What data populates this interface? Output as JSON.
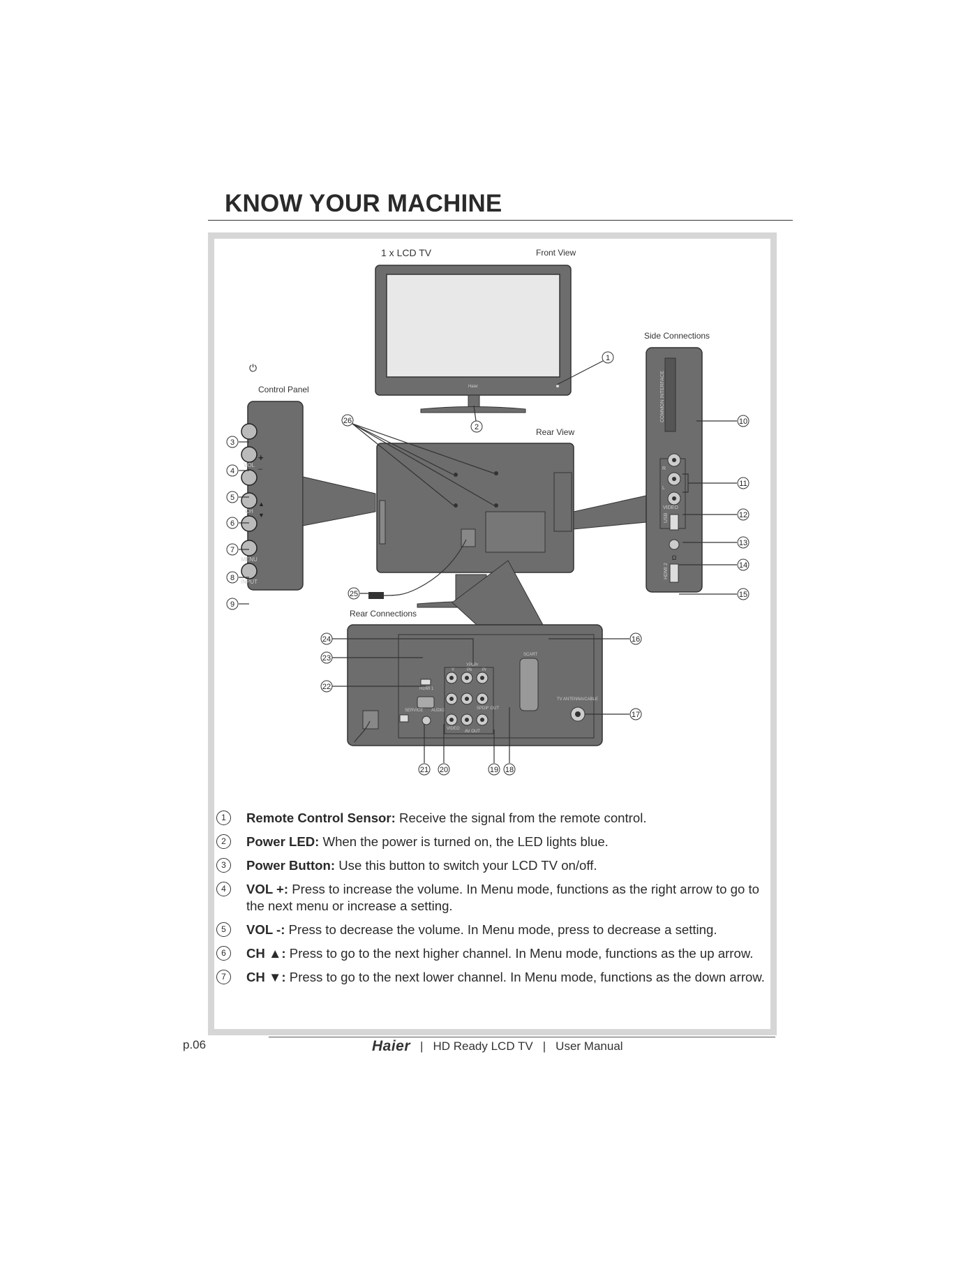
{
  "page": {
    "title": "KNOW YOUR MACHINE",
    "page_number": "p.06"
  },
  "diagram": {
    "lcd_label": "1 x LCD TV",
    "front_view": "Front View",
    "rear_view": "Rear View",
    "control_panel": "Control Panel",
    "side_connections": "Side Connections",
    "rear_connections": "Rear Connections",
    "bezel_logo": "Haier",
    "panel_labels": {
      "vol": "VOL",
      "plus": "+",
      "minus": "–",
      "ch": "CH",
      "menu": "MENU",
      "input": "INPUT"
    },
    "side_labels": {
      "common_interface": "COMMON INTERFACE",
      "r": "R",
      "l": "L",
      "video": "VIDEO",
      "usb": "USB",
      "hdmi2": "HDMI 2"
    },
    "rear_labels": {
      "scart": "SCART",
      "hdmi1": "HDMI 1",
      "ypbpr": "YPbPr",
      "y": "Y",
      "pb": "Pb",
      "pr": "Pr",
      "spdif": "SPDIF OUT",
      "service": "SERVICE",
      "audio": "AUDIO",
      "video": "VIDEO",
      "av_out": "AV OUT",
      "antenna": "TV ANTENNA/CABLE"
    },
    "callouts": [
      "1",
      "2",
      "3",
      "4",
      "5",
      "6",
      "7",
      "8",
      "9",
      "10",
      "11",
      "12",
      "13",
      "14",
      "15",
      "16",
      "17",
      "18",
      "19",
      "20",
      "21",
      "22",
      "23",
      "24",
      "25",
      "26"
    ]
  },
  "legend": [
    {
      "num": "1",
      "term": "Remote Control Sensor:",
      "desc": " Receive the signal from the remote control."
    },
    {
      "num": "2",
      "term": "Power LED:",
      "desc": " When the power is turned on, the LED lights blue."
    },
    {
      "num": "3",
      "term": "Power Button:",
      "desc": " Use this button to switch your LCD TV on/off."
    },
    {
      "num": "4",
      "term": "VOL +:",
      "desc": " Press to increase the volume. In Menu mode, functions as the right arrow to go to the next menu or increase a setting."
    },
    {
      "num": "5",
      "term": "VOL -:",
      "desc": " Press to decrease the volume. In Menu mode, press to decrease a setting."
    },
    {
      "num": "6",
      "term": "CH ▲:",
      "desc": " Press to go to the next higher channel. In Menu mode, functions as the up arrow."
    },
    {
      "num": "7",
      "term": "CH ▼:",
      "desc": " Press to go to the next lower channel. In Menu mode, functions as the down arrow."
    }
  ],
  "footer": {
    "brand": "Haier",
    "separator": "|",
    "product": "HD Ready LCD TV",
    "doc": "User Manual"
  }
}
